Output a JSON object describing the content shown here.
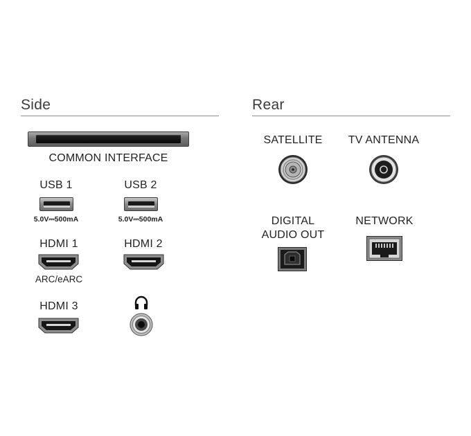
{
  "side": {
    "title": "Side",
    "common_interface_label": "COMMON INTERFACE",
    "usb1_label": "USB 1",
    "usb1_spec": "5.0V⎓500mA",
    "usb2_label": "USB 2",
    "usb2_spec": "5.0V⎓500mA",
    "hdmi1_label": "HDMI 1",
    "hdmi1_sub": "ARC/eARC",
    "hdmi2_label": "HDMI 2",
    "hdmi3_label": "HDMI 3",
    "headphone_icon": "headphone-icon"
  },
  "rear": {
    "title": "Rear",
    "satellite_label": "SATELLITE",
    "tv_antenna_label": "TV ANTENNA",
    "digital_audio_label_line1": "DIGITAL",
    "digital_audio_label_line2": "AUDIO OUT",
    "network_label": "NETWORK"
  },
  "colors": {
    "rule": "#8c8c8c",
    "text": "#222222",
    "port_dark": "#1a1a1a",
    "port_metal": "#9a9a9a"
  }
}
